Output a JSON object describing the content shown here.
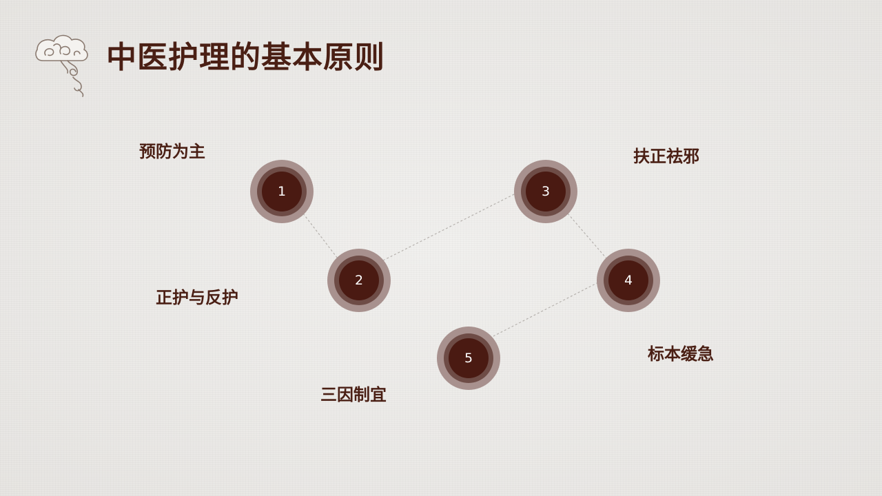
{
  "title": "中医护理的基本原则",
  "colors": {
    "background": "#ecebe9",
    "title": "#4a1f14",
    "node_outer": "#a8918e",
    "node_ring": "#6e4c46",
    "node_core": "#4a1a12",
    "connector": "#b5b1ad"
  },
  "logo_icon": "auspicious-cloud-icon",
  "principles": [
    {
      "number": "1",
      "label": "预防为主"
    },
    {
      "number": "2",
      "label": "正护与反护"
    },
    {
      "number": "3",
      "label": "扶正祛邪"
    },
    {
      "number": "4",
      "label": "标本缓急"
    },
    {
      "number": "5",
      "label": "三因制宜"
    }
  ],
  "connections": [
    [
      "1",
      "2"
    ],
    [
      "2",
      "3"
    ],
    [
      "3",
      "4"
    ],
    [
      "4",
      "5"
    ]
  ]
}
